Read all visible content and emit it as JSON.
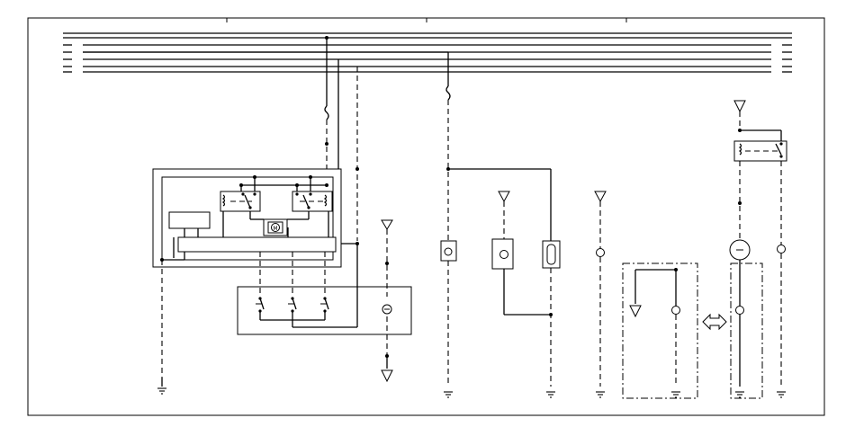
{
  "diagram": {
    "frame": "wiring-schematic",
    "components": [
      "power-bus",
      "fuse",
      "control-unit",
      "relay-left",
      "relay-right",
      "motor",
      "switch-panel",
      "ground-symbol",
      "lamp",
      "fuse-box-dashed",
      "double-arrow"
    ]
  }
}
